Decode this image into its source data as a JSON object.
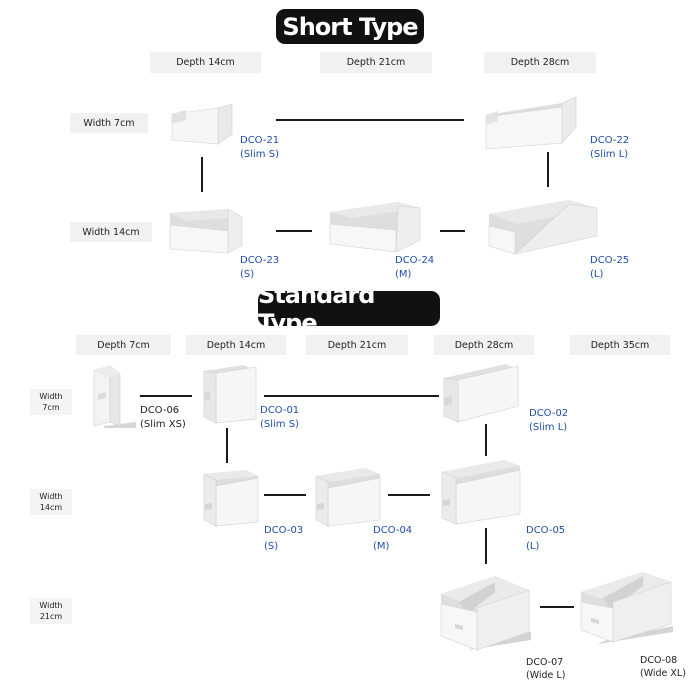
{
  "short": {
    "title": "Short Type",
    "depths": [
      "Depth 14cm",
      "Depth 21cm",
      "Depth 28cm"
    ],
    "widths": [
      "Width 7cm",
      "Width 14cm"
    ],
    "products": [
      {
        "code": "DCO-21",
        "name": "(Slim S)"
      },
      {
        "code": "DCO-22",
        "name": "(Slim L)"
      },
      {
        "code": "DCO-23",
        "name": "(S)"
      },
      {
        "code": "DCO-24",
        "name": "(M)"
      },
      {
        "code": "DCO-25",
        "name": "(L)"
      }
    ]
  },
  "standard": {
    "title": "Standard Type",
    "depths": [
      "Depth 7cm",
      "Depth 14cm",
      "Depth 21cm",
      "Depth 28cm",
      "Depth 35cm"
    ],
    "widths": [
      {
        "line1": "Width",
        "line2": "7cm"
      },
      {
        "line1": "Width",
        "line2": "14cm"
      },
      {
        "line1": "Width",
        "line2": "21cm"
      }
    ],
    "products": [
      {
        "code": "DCO-06",
        "name": "(Slim XS)"
      },
      {
        "code": "DCO-01",
        "name": "(Slim S)"
      },
      {
        "code": "DCO-02",
        "name": "(Slim L)"
      },
      {
        "code": "DCO-03",
        "name": "(S)"
      },
      {
        "code": "DCO-04",
        "name": "(M)"
      },
      {
        "code": "DCO-05",
        "name": "(L)"
      },
      {
        "code": "DCO-07",
        "name": "(Wide L)"
      },
      {
        "code": "DCO-08",
        "name": "(Wide XL)"
      }
    ]
  },
  "colors": {
    "accent_code": "#1f4ea3",
    "pill": "#111111",
    "header_bg": "#f1f1f1"
  }
}
